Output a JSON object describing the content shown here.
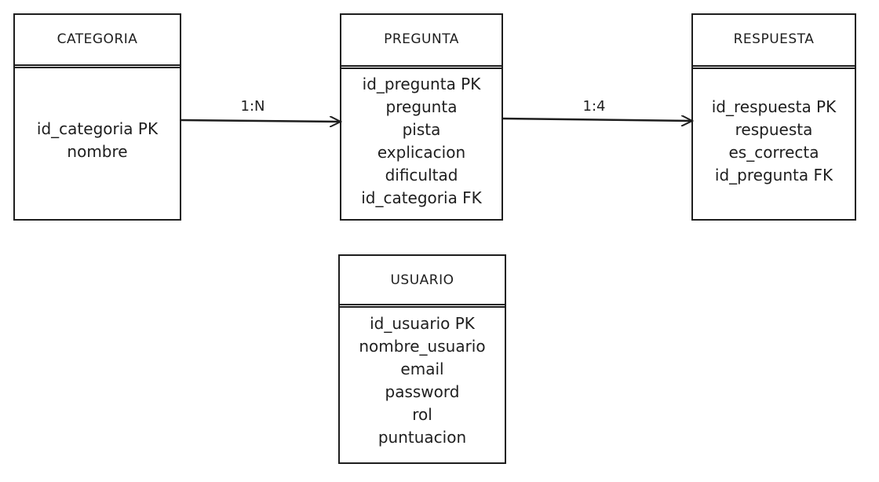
{
  "entities": {
    "categoria": {
      "title": "CATEGORIA",
      "fields": [
        "id_categoria PK",
        "nombre"
      ]
    },
    "pregunta": {
      "title": "PREGUNTA",
      "fields": [
        "id_pregunta PK",
        "pregunta",
        "pista",
        "explicacion",
        "dificultad",
        "id_categoria FK"
      ]
    },
    "respuesta": {
      "title": "RESPUESTA",
      "fields": [
        "id_respuesta PK",
        "respuesta",
        "es_correcta",
        "id_pregunta FK"
      ]
    },
    "usuario": {
      "title": "USUARIO",
      "fields": [
        "id_usuario PK",
        "nombre_usuario",
        "email",
        "password",
        "rol",
        "puntuacion"
      ]
    }
  },
  "relationships": {
    "categoria_pregunta": {
      "label": "1:N"
    },
    "pregunta_respuesta": {
      "label": "1:4"
    }
  }
}
